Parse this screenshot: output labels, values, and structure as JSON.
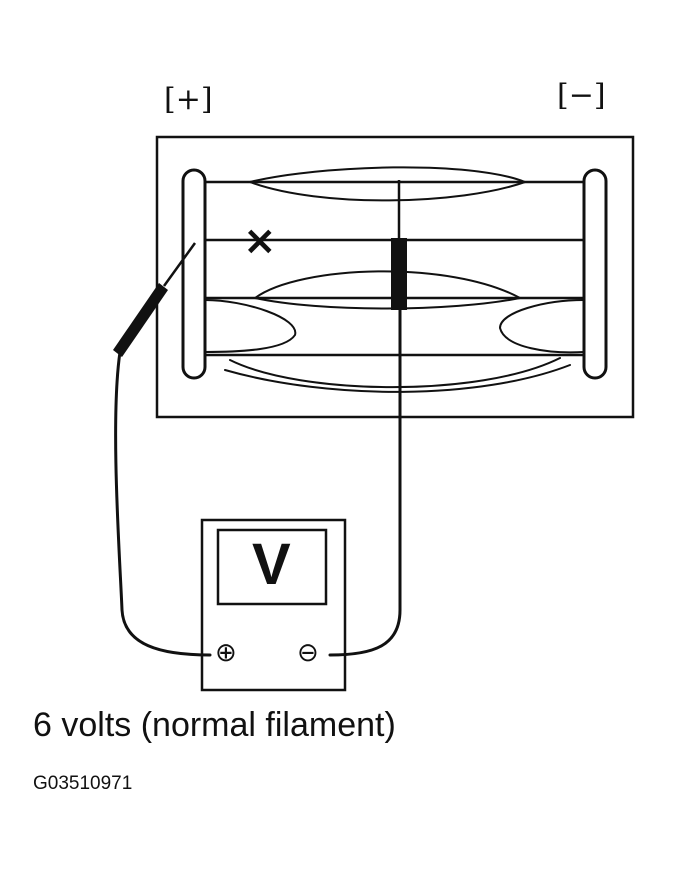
{
  "terminals": {
    "positive": "[+]",
    "negative": "[−]"
  },
  "meter": {
    "display": "V",
    "positive_jack": "⊕",
    "negative_jack": "⊖"
  },
  "broken_line_mark": "×",
  "caption": "6 volts (normal filament)",
  "figure_code": "G03510971",
  "colors": {
    "ink": "#111111",
    "background": "#ffffff"
  }
}
